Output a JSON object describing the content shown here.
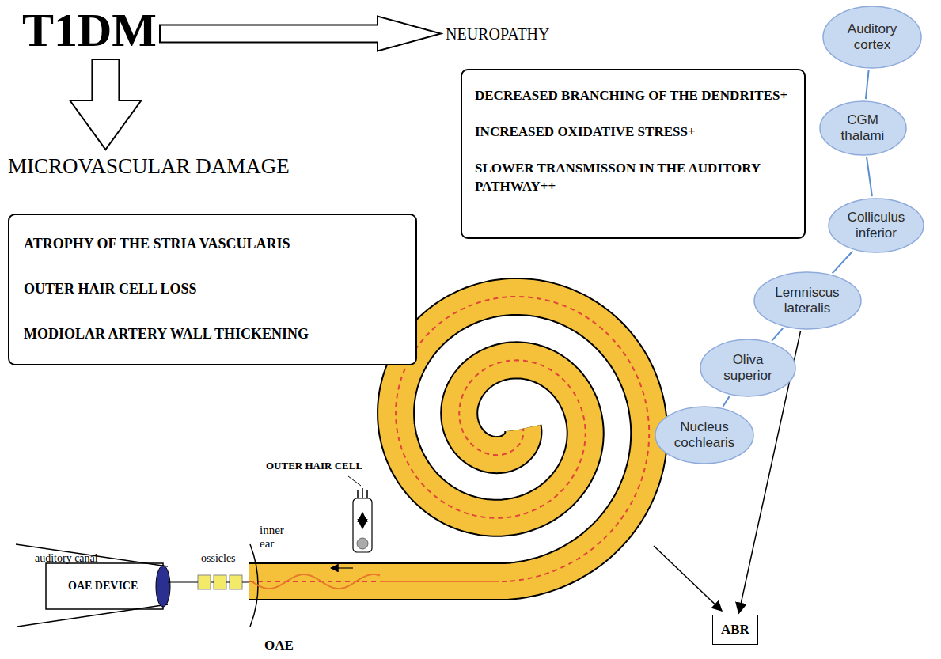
{
  "diagram": {
    "nodes": [
      {
        "text": [
          "T1DM"
        ]
      },
      {
        "text": [
          "NEUROPATHY"
        ]
      },
      {
        "text": [
          "MICROVASCULAR DAMAGE"
        ]
      },
      {
        "text": [
          "DECREASED BRANCHING OF THE DENDRITES+",
          "INCREASED OXIDATIVE STRESS+",
          "SLOWER TRANSMISSON IN THE AUDITORY PATHWAY++"
        ]
      },
      {
        "text": [
          "ATROPHY OF THE STRIA VASCULARIS",
          "OUTER HAIR CELL LOSS",
          "MODIOLAR ARTERY WALL THICKENING"
        ]
      },
      {
        "text": [
          "Auditory cortex"
        ]
      },
      {
        "text": [
          "CGM thalami"
        ]
      },
      {
        "text": [
          "Colliculus inferior"
        ]
      },
      {
        "text": [
          "Lemniscus lateralis"
        ]
      },
      {
        "text": [
          "Oliva superior"
        ]
      },
      {
        "text": [
          "Nucleus cochlearis"
        ]
      },
      {
        "text": [
          "ABR"
        ]
      },
      {
        "text": [
          "OAE"
        ]
      }
    ],
    "edges": [
      {
        "from": 0,
        "to": 1,
        "arrow": "to"
      },
      {
        "from": 0,
        "to": 2,
        "arrow": "to"
      },
      {
        "from": 5,
        "to": 6,
        "arrow": "none"
      },
      {
        "from": 6,
        "to": 7,
        "arrow": "none"
      },
      {
        "from": 7,
        "to": 8,
        "arrow": "none"
      },
      {
        "from": 8,
        "to": 9,
        "arrow": "none"
      },
      {
        "from": 9,
        "to": 10,
        "arrow": "none"
      },
      {
        "from": 8,
        "to": 11,
        "arrow": "to"
      }
    ],
    "labels": [
      "OUTER HAIR CELL",
      "inner ear",
      "ossicles",
      "auditory canal",
      "OAE DEVICE"
    ]
  }
}
